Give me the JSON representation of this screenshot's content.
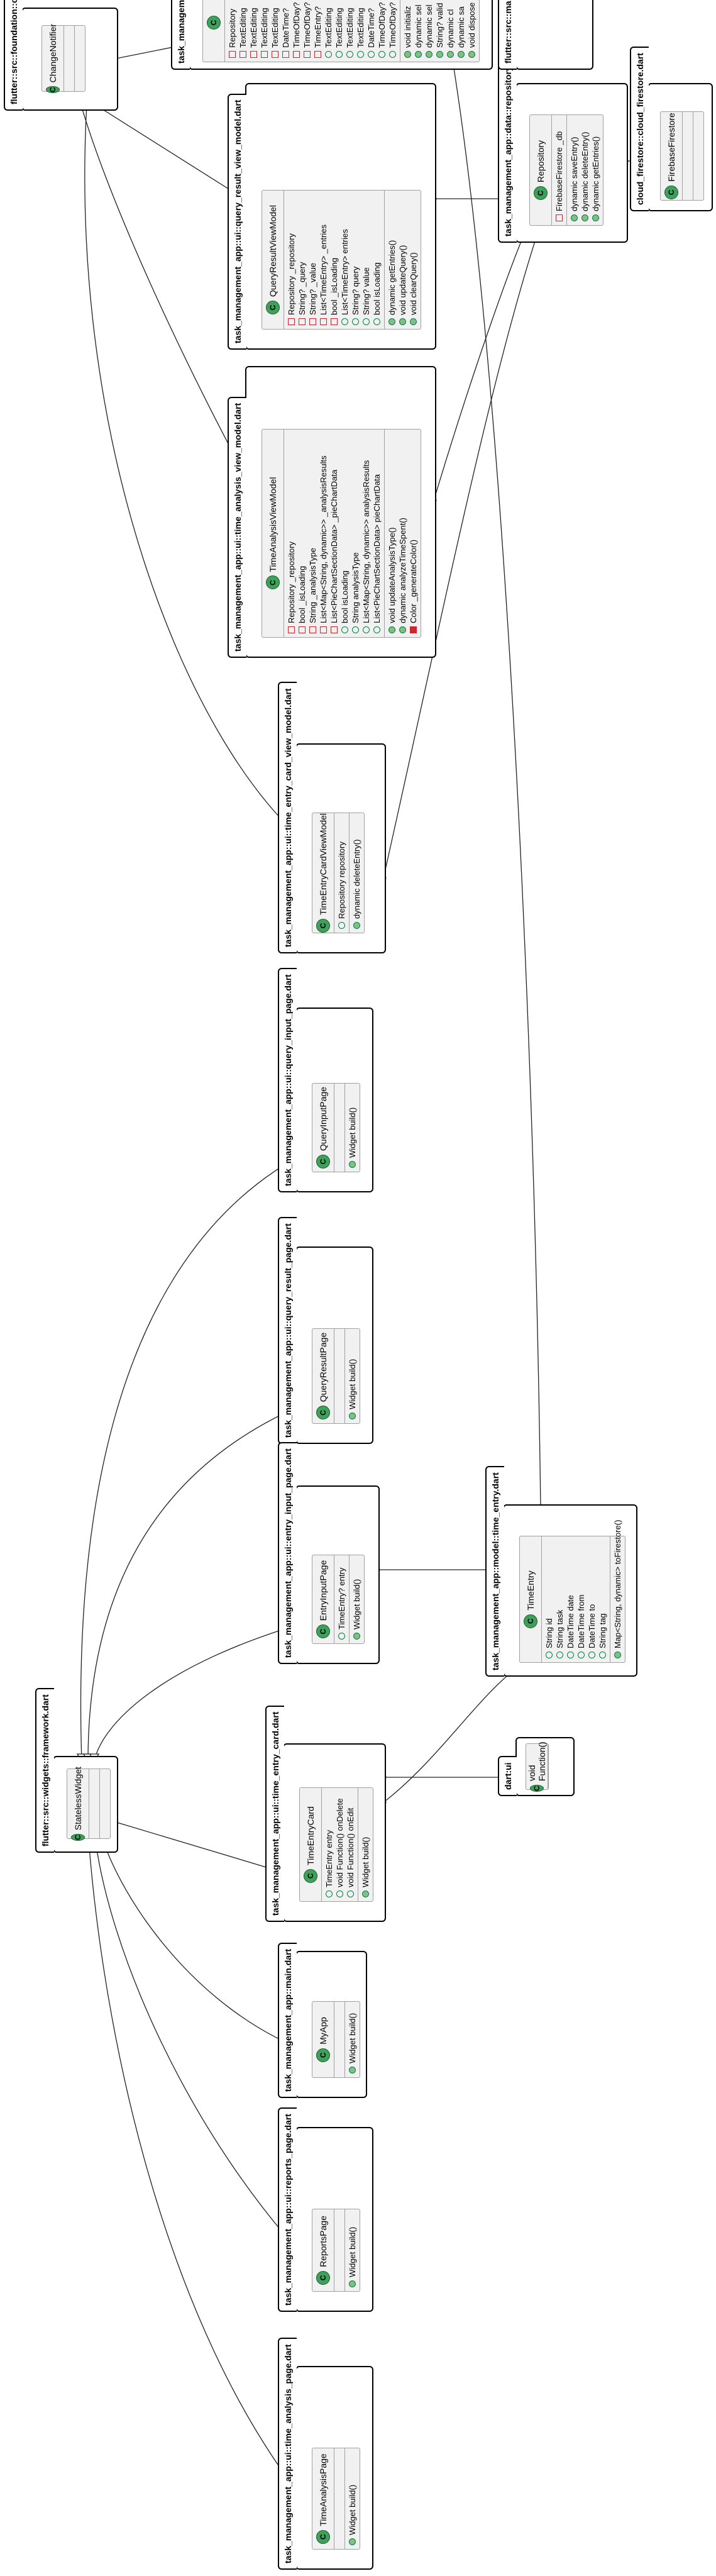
{
  "packages": {
    "flutter_foundation": {
      "title": "flutter::src::foundation::change_notifier.dart"
    },
    "flutter_widgets": {
      "title": "flutter::src::widgets::framework.dart"
    },
    "query_result_vm": {
      "title": "task_management_app::ui::query_result_view_model.dart"
    },
    "time_analysis_vm": {
      "title": "task_management_app::ui::time_analysis_view_model.dart"
    },
    "time_entry_card_vm": {
      "title": "task_management_app::ui::time_entry_card_view_model.dart"
    },
    "query_input_page": {
      "title": "task_management_app::ui::query_input_page.dart"
    },
    "query_result_page": {
      "title": "task_management_app::ui::query_result_page.dart"
    },
    "entry_input_page": {
      "title": "task_management_app::ui::entry_input_page.dart"
    },
    "time_entry_card": {
      "title": "task_management_app::ui::time_entry_card.dart"
    },
    "main": {
      "title": "task_management_app::main.dart"
    },
    "reports_page": {
      "title": "task_management_app::ui::reports_page.dart"
    },
    "time_analysis_page": {
      "title": "task_management_app::ui::time_analysis_page.dart"
    },
    "model_time_entry": {
      "title": "task_management_app::model::time_entry.dart"
    },
    "dart_ui": {
      "title": "dart:ui"
    },
    "data_repository": {
      "title": "task_management_app::data::repository.dart"
    },
    "cloud_firestore": {
      "title": "cloud_firestore::cloud_firestore.dart"
    },
    "flutter_material": {
      "title": "flutter::src::ma"
    },
    "entry_vm": {
      "title": "task_management_"
    }
  },
  "classes": {
    "change_notifier": {
      "name": "ChangeNotifier",
      "badge": "C",
      "sections": [
        [],
        []
      ]
    },
    "stateless_widget": {
      "name": "StatelessWidget",
      "badge": "C",
      "sections": [
        [],
        []
      ]
    },
    "query_result_vm": {
      "name": "QueryResultViewModel",
      "badge": "C",
      "sections": [
        [
          {
            "vis": "private-field",
            "text": "Repository _repository"
          },
          {
            "vis": "private-field",
            "text": "String? _query"
          },
          {
            "vis": "private-field",
            "text": "String? _value"
          },
          {
            "vis": "private-field",
            "text": "List<TimeEntry> _entries"
          },
          {
            "vis": "private-field",
            "text": "bool _isLoading"
          },
          {
            "vis": "public-field",
            "text": "List<TimeEntry> entries"
          },
          {
            "vis": "public-field",
            "text": "String? query"
          },
          {
            "vis": "public-field",
            "text": "String? value"
          },
          {
            "vis": "public-field",
            "text": "bool isLoading"
          }
        ],
        [
          {
            "vis": "public-method",
            "text": "dynamic getEntries()"
          },
          {
            "vis": "public-method",
            "text": "void updateQuery()"
          },
          {
            "vis": "public-method",
            "text": "void clearQuery()"
          }
        ]
      ]
    },
    "time_analysis_vm": {
      "name": "TimeAnalysisViewModel",
      "badge": "C",
      "sections": [
        [
          {
            "vis": "private-field",
            "text": "Repository _repository"
          },
          {
            "vis": "private-field",
            "text": "bool _isLoading"
          },
          {
            "vis": "private-field",
            "text": "String _analysisType"
          },
          {
            "vis": "private-field",
            "text": "List<Map<String, dynamic>> _analysisResults"
          },
          {
            "vis": "private-field",
            "text": "List<PieChartSectionData> _pieChartData"
          },
          {
            "vis": "public-field",
            "text": "bool isLoading"
          },
          {
            "vis": "public-field",
            "text": "String analysisType"
          },
          {
            "vis": "public-field",
            "text": "List<Map<String, dynamic>> analysisResults"
          },
          {
            "vis": "public-field",
            "text": "List<PieChartSectionData> pieChartData"
          }
        ],
        [
          {
            "vis": "public-method",
            "text": "void updateAnalysisType()"
          },
          {
            "vis": "public-method",
            "text": "dynamic analyzeTimeSpent()"
          },
          {
            "vis": "private-method",
            "text": "Color _generateColor()"
          }
        ]
      ]
    },
    "time_entry_card_vm": {
      "name": "TimeEntryCardViewModel",
      "badge": "C",
      "sections": [
        [
          {
            "vis": "public-field",
            "text": "Repository repository"
          }
        ],
        [
          {
            "vis": "public-method",
            "text": "dynamic deleteEntry()"
          }
        ]
      ]
    },
    "query_input_page": {
      "name": "QueryInputPage",
      "badge": "C",
      "sections": [
        [],
        [
          {
            "vis": "public-method",
            "text": "Widget build()"
          }
        ]
      ]
    },
    "query_result_page": {
      "name": "QueryResultPage",
      "badge": "C",
      "sections": [
        [],
        [
          {
            "vis": "public-method",
            "text": "Widget build()"
          }
        ]
      ]
    },
    "entry_input_page": {
      "name": "EntryInputPage",
      "badge": "C",
      "sections": [
        [
          {
            "vis": "public-field",
            "text": "TimeEntry? entry"
          }
        ],
        [
          {
            "vis": "public-method",
            "text": "Widget build()"
          }
        ]
      ]
    },
    "time_entry_card": {
      "name": "TimeEntryCard",
      "badge": "C",
      "sections": [
        [
          {
            "vis": "public-field",
            "text": "TimeEntry entry"
          },
          {
            "vis": "public-field",
            "text": "void Function() onDelete"
          },
          {
            "vis": "public-field",
            "text": "void Function() onEdit"
          }
        ],
        [
          {
            "vis": "public-method",
            "text": "Widget build()"
          }
        ]
      ]
    },
    "my_app": {
      "name": "MyApp",
      "badge": "C",
      "sections": [
        [],
        [
          {
            "vis": "public-method",
            "text": "Widget build()"
          }
        ]
      ]
    },
    "reports_page": {
      "name": "ReportsPage",
      "badge": "C",
      "sections": [
        [],
        [
          {
            "vis": "public-method",
            "text": "Widget build()"
          }
        ]
      ]
    },
    "time_analysis_page": {
      "name": "TimeAnalysisPage",
      "badge": "C",
      "sections": [
        [],
        [
          {
            "vis": "public-method",
            "text": "Widget build()"
          }
        ]
      ]
    },
    "time_entry": {
      "name": "TimeEntry",
      "badge": "C",
      "sections": [
        [
          {
            "vis": "public-field",
            "text": "String id"
          },
          {
            "vis": "public-field",
            "text": "String task"
          },
          {
            "vis": "public-field",
            "text": "DateTime date"
          },
          {
            "vis": "public-field",
            "text": "DateTime from"
          },
          {
            "vis": "public-field",
            "text": "DateTime to"
          },
          {
            "vis": "public-field",
            "text": "String tag"
          }
        ],
        [
          {
            "vis": "public-method",
            "text": "Map<String, dynamic> toFirestore()"
          }
        ]
      ]
    },
    "void_function": {
      "name": "void Function()",
      "badge": "C",
      "sections": []
    },
    "repository": {
      "name": "Repository",
      "badge": "C",
      "sections": [
        [
          {
            "vis": "private-field",
            "text": "FirebaseFirestore _db"
          }
        ],
        [
          {
            "vis": "public-method",
            "text": "dynamic saveEntry()"
          },
          {
            "vis": "public-method",
            "text": "dynamic deleteEntry()"
          },
          {
            "vis": "public-method",
            "text": "dynamic getEntries()"
          }
        ]
      ]
    },
    "firebase_firestore": {
      "name": "FirebaseFirestore",
      "badge": "C",
      "sections": [
        [],
        []
      ]
    },
    "entry_vm": {
      "name": "",
      "badge": "C",
      "sections": [
        [
          {
            "vis": "private-field",
            "text": "Repository"
          },
          {
            "vis": "private-field",
            "text": "TextEditing"
          },
          {
            "vis": "private-field",
            "text": "TextEditing"
          },
          {
            "vis": "private-field",
            "text": "TextEditing"
          },
          {
            "vis": "private-field",
            "text": "TextEditing"
          },
          {
            "vis": "private-field",
            "text": "DateTime?"
          },
          {
            "vis": "private-field",
            "text": "TimeOfDay?"
          },
          {
            "vis": "private-field",
            "text": "TimeOfDay?"
          },
          {
            "vis": "private-field",
            "text": "TimeEntry?"
          },
          {
            "vis": "public-field",
            "text": "TextEditing"
          },
          {
            "vis": "public-field",
            "text": "TextEditing"
          },
          {
            "vis": "public-field",
            "text": "TextEditing"
          },
          {
            "vis": "public-field",
            "text": "TextEditing"
          },
          {
            "vis": "public-field",
            "text": "DateTime?"
          },
          {
            "vis": "public-field",
            "text": "TimeOfDay?"
          },
          {
            "vis": "public-field",
            "text": "TimeOfDay?"
          }
        ],
        [
          {
            "vis": "public-method",
            "text": "void initializ"
          },
          {
            "vis": "public-method",
            "text": "dynamic sel"
          },
          {
            "vis": "public-method",
            "text": "dynamic sel"
          },
          {
            "vis": "public-method",
            "text": "String? valid"
          },
          {
            "vis": "public-method",
            "text": "dynamic cl"
          },
          {
            "vis": "public-method",
            "text": "dynamic sa"
          },
          {
            "vis": "public-method",
            "text": "void dispose"
          }
        ]
      ]
    }
  }
}
